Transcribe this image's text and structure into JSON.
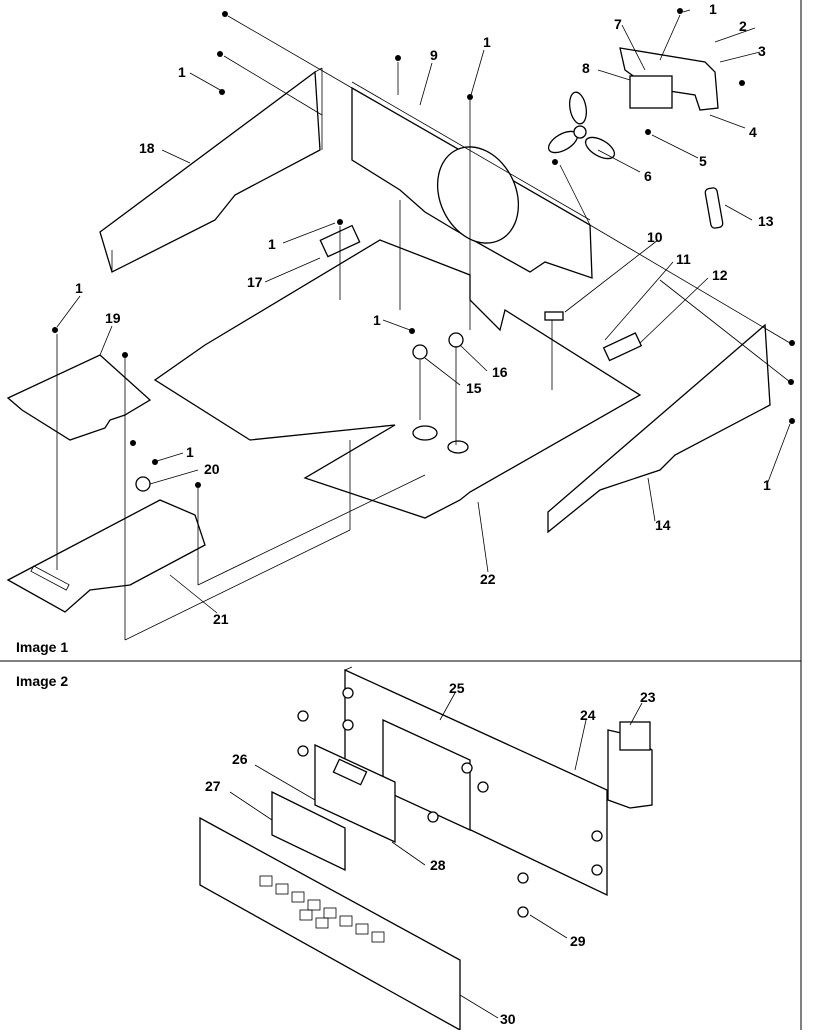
{
  "panels": [
    {
      "id": "image1",
      "label": "Image 1"
    },
    {
      "id": "image2",
      "label": "Image 2"
    }
  ],
  "callouts_image1": [
    "1",
    "2",
    "3",
    "4",
    "5",
    "6",
    "7",
    "8",
    "9",
    "10",
    "11",
    "12",
    "13",
    "14",
    "15",
    "16",
    "17",
    "18",
    "19",
    "20",
    "21",
    "22",
    "1",
    "1",
    "1",
    "1",
    "1",
    "1",
    "1"
  ],
  "callouts_image2": [
    "23",
    "24",
    "25",
    "26",
    "27",
    "28",
    "29",
    "30"
  ]
}
